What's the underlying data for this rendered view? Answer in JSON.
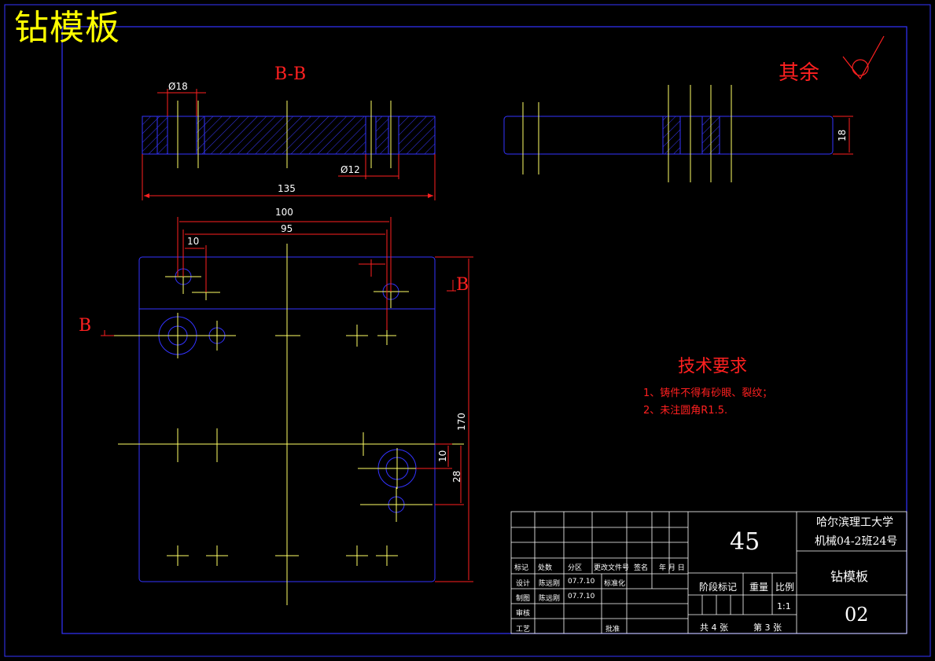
{
  "drawing": {
    "title": "钻模板",
    "section_label": "B-B",
    "surface_note": "其余",
    "section_marker": "B",
    "dims": {
      "d18": "Ø18",
      "d12": "Ø12",
      "w135": "135",
      "w100": "100",
      "w95": "95",
      "w10": "10",
      "h170": "170",
      "h10": "10",
      "h28": "28",
      "t18": "18"
    },
    "tech": {
      "title": "技术要求",
      "lines": [
        "1、铸件不得有砂眼、裂纹；",
        "2、未注圆角R1.5."
      ]
    }
  },
  "title_block": {
    "material": "45",
    "school": "哈尔滨理工大学",
    "class_info": "机械04-2班24号",
    "part_name": "钻模板",
    "drawing_no": "02",
    "stage_label": "阶段标记",
    "weight_label": "重量",
    "scale_label": "比例",
    "scale_value": "1:1",
    "sheets_total": "共 4 张",
    "sheet_current": "第 3 张",
    "headers": [
      "标记",
      "处数",
      "分区",
      "更改文件号",
      "签名",
      "年 月 日"
    ],
    "design_label": "设计",
    "design_name": "陈远刚",
    "design_date": "07.7.10",
    "std_label": "标准化",
    "draw_label": "制图",
    "draw_name": "陈远刚",
    "draw_date": "07.7.10",
    "review_label": "审核",
    "process_label": "工艺",
    "approve_label": "批准"
  }
}
